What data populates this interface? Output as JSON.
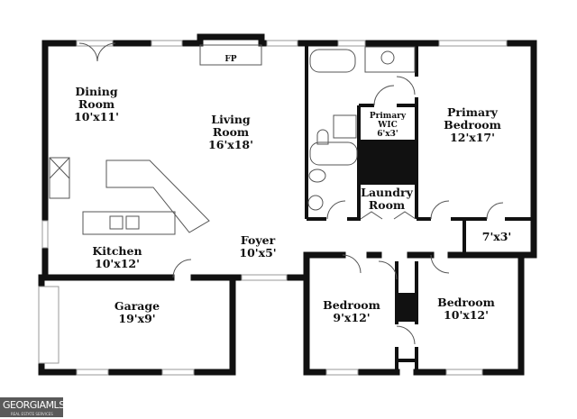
{
  "rooms": {
    "dining": {
      "name": "Dining Room",
      "line1": "Dining",
      "line2": "Room",
      "size": "10'x11'"
    },
    "living": {
      "line1": "Living",
      "line2": "Room",
      "size": "16'x18'"
    },
    "fireplace": {
      "label": "FP"
    },
    "kitchen": {
      "line1": "Kitchen",
      "size": "10'x12'"
    },
    "foyer": {
      "line1": "Foyer",
      "size": "10'x5'"
    },
    "garage": {
      "line1": "Garage",
      "size": "19'x9'"
    },
    "primary_wic": {
      "line1": "Primary",
      "line2": "WIC",
      "size": "6'x3'"
    },
    "laundry": {
      "line1": "Laundry",
      "line2": "Room"
    },
    "primary_bedroom": {
      "line1": "Primary",
      "line2": "Bedroom",
      "size": "12'x17'"
    },
    "closet": {
      "size": "7'x3'"
    },
    "bedroom_left": {
      "line1": "Bedroom",
      "size": "9'x12'"
    },
    "bedroom_right": {
      "line1": "Bedroom",
      "size": "10'x12'"
    }
  },
  "logo": {
    "text": "GEORGIAMLS",
    "subtext": "REAL ESTATE SERVICES"
  },
  "colors": {
    "wall": "#111111",
    "window": "#cccccc"
  }
}
